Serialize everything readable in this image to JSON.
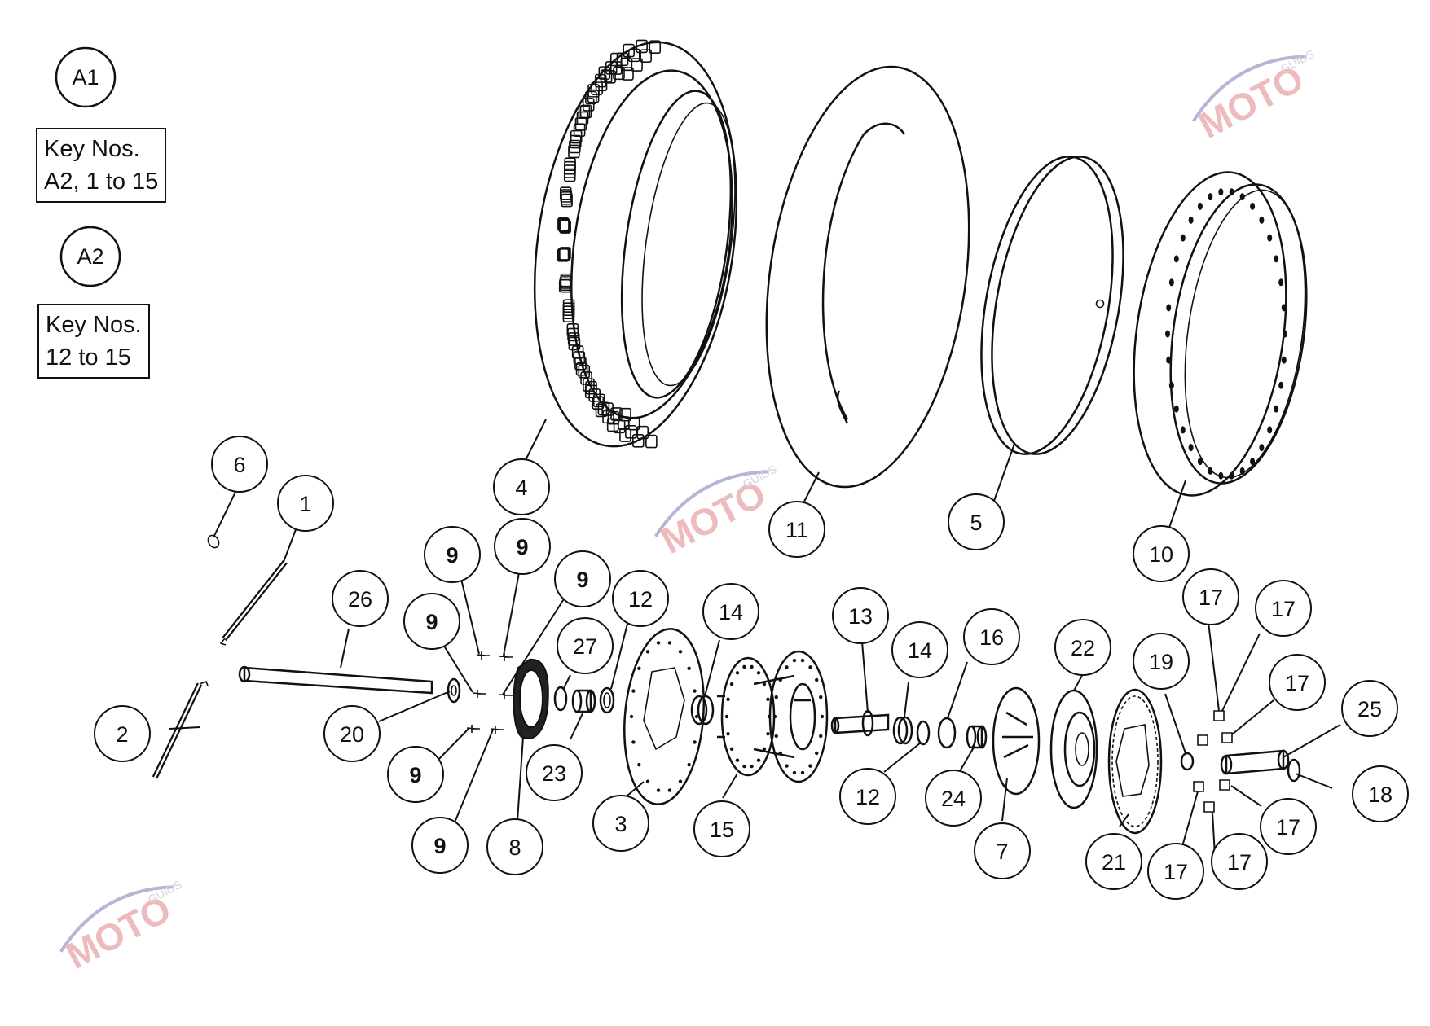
{
  "legend": {
    "a1_label": "A1",
    "a1_key_line1": "Key Nos.",
    "a1_key_line2": "A2, 1 to 15",
    "a2_label": "A2",
    "a2_key_line1": "Key Nos.",
    "a2_key_line2": "12 to 15"
  },
  "callouts": [
    {
      "id": "c-4",
      "label": "4"
    },
    {
      "id": "c-11",
      "label": "11"
    },
    {
      "id": "c-5",
      "label": "5"
    },
    {
      "id": "c-10",
      "label": "10"
    },
    {
      "id": "c-6",
      "label": "6"
    },
    {
      "id": "c-1",
      "label": "1"
    },
    {
      "id": "c-26",
      "label": "26"
    },
    {
      "id": "c-2",
      "label": "2"
    },
    {
      "id": "c-20",
      "label": "20"
    },
    {
      "id": "c-9a",
      "label": "9"
    },
    {
      "id": "c-9b",
      "label": "9"
    },
    {
      "id": "c-9c",
      "label": "9"
    },
    {
      "id": "c-9d",
      "label": "9"
    },
    {
      "id": "c-9e",
      "label": "9"
    },
    {
      "id": "c-9f",
      "label": "9"
    },
    {
      "id": "c-8",
      "label": "8"
    },
    {
      "id": "c-27",
      "label": "27"
    },
    {
      "id": "c-23",
      "label": "23"
    },
    {
      "id": "c-12a",
      "label": "12"
    },
    {
      "id": "c-3",
      "label": "3"
    },
    {
      "id": "c-14a",
      "label": "14"
    },
    {
      "id": "c-15",
      "label": "15"
    },
    {
      "id": "c-13",
      "label": "13"
    },
    {
      "id": "c-14b",
      "label": "14"
    },
    {
      "id": "c-12b",
      "label": "12"
    },
    {
      "id": "c-16",
      "label": "16"
    },
    {
      "id": "c-24",
      "label": "24"
    },
    {
      "id": "c-7",
      "label": "7"
    },
    {
      "id": "c-22",
      "label": "22"
    },
    {
      "id": "c-21",
      "label": "21"
    },
    {
      "id": "c-19",
      "label": "19"
    },
    {
      "id": "c-17a",
      "label": "17"
    },
    {
      "id": "c-17b",
      "label": "17"
    },
    {
      "id": "c-17c",
      "label": "17"
    },
    {
      "id": "c-17d",
      "label": "17"
    },
    {
      "id": "c-17e",
      "label": "17"
    },
    {
      "id": "c-17f",
      "label": "17"
    },
    {
      "id": "c-25",
      "label": "25"
    },
    {
      "id": "c-18",
      "label": "18"
    }
  ],
  "watermark": {
    "brand": "MOTO",
    "sub": "GUIDS"
  },
  "colors": {
    "line": "#111111",
    "watermark_primary": "#e8a4a8",
    "watermark_secondary": "#9aa0c8"
  }
}
